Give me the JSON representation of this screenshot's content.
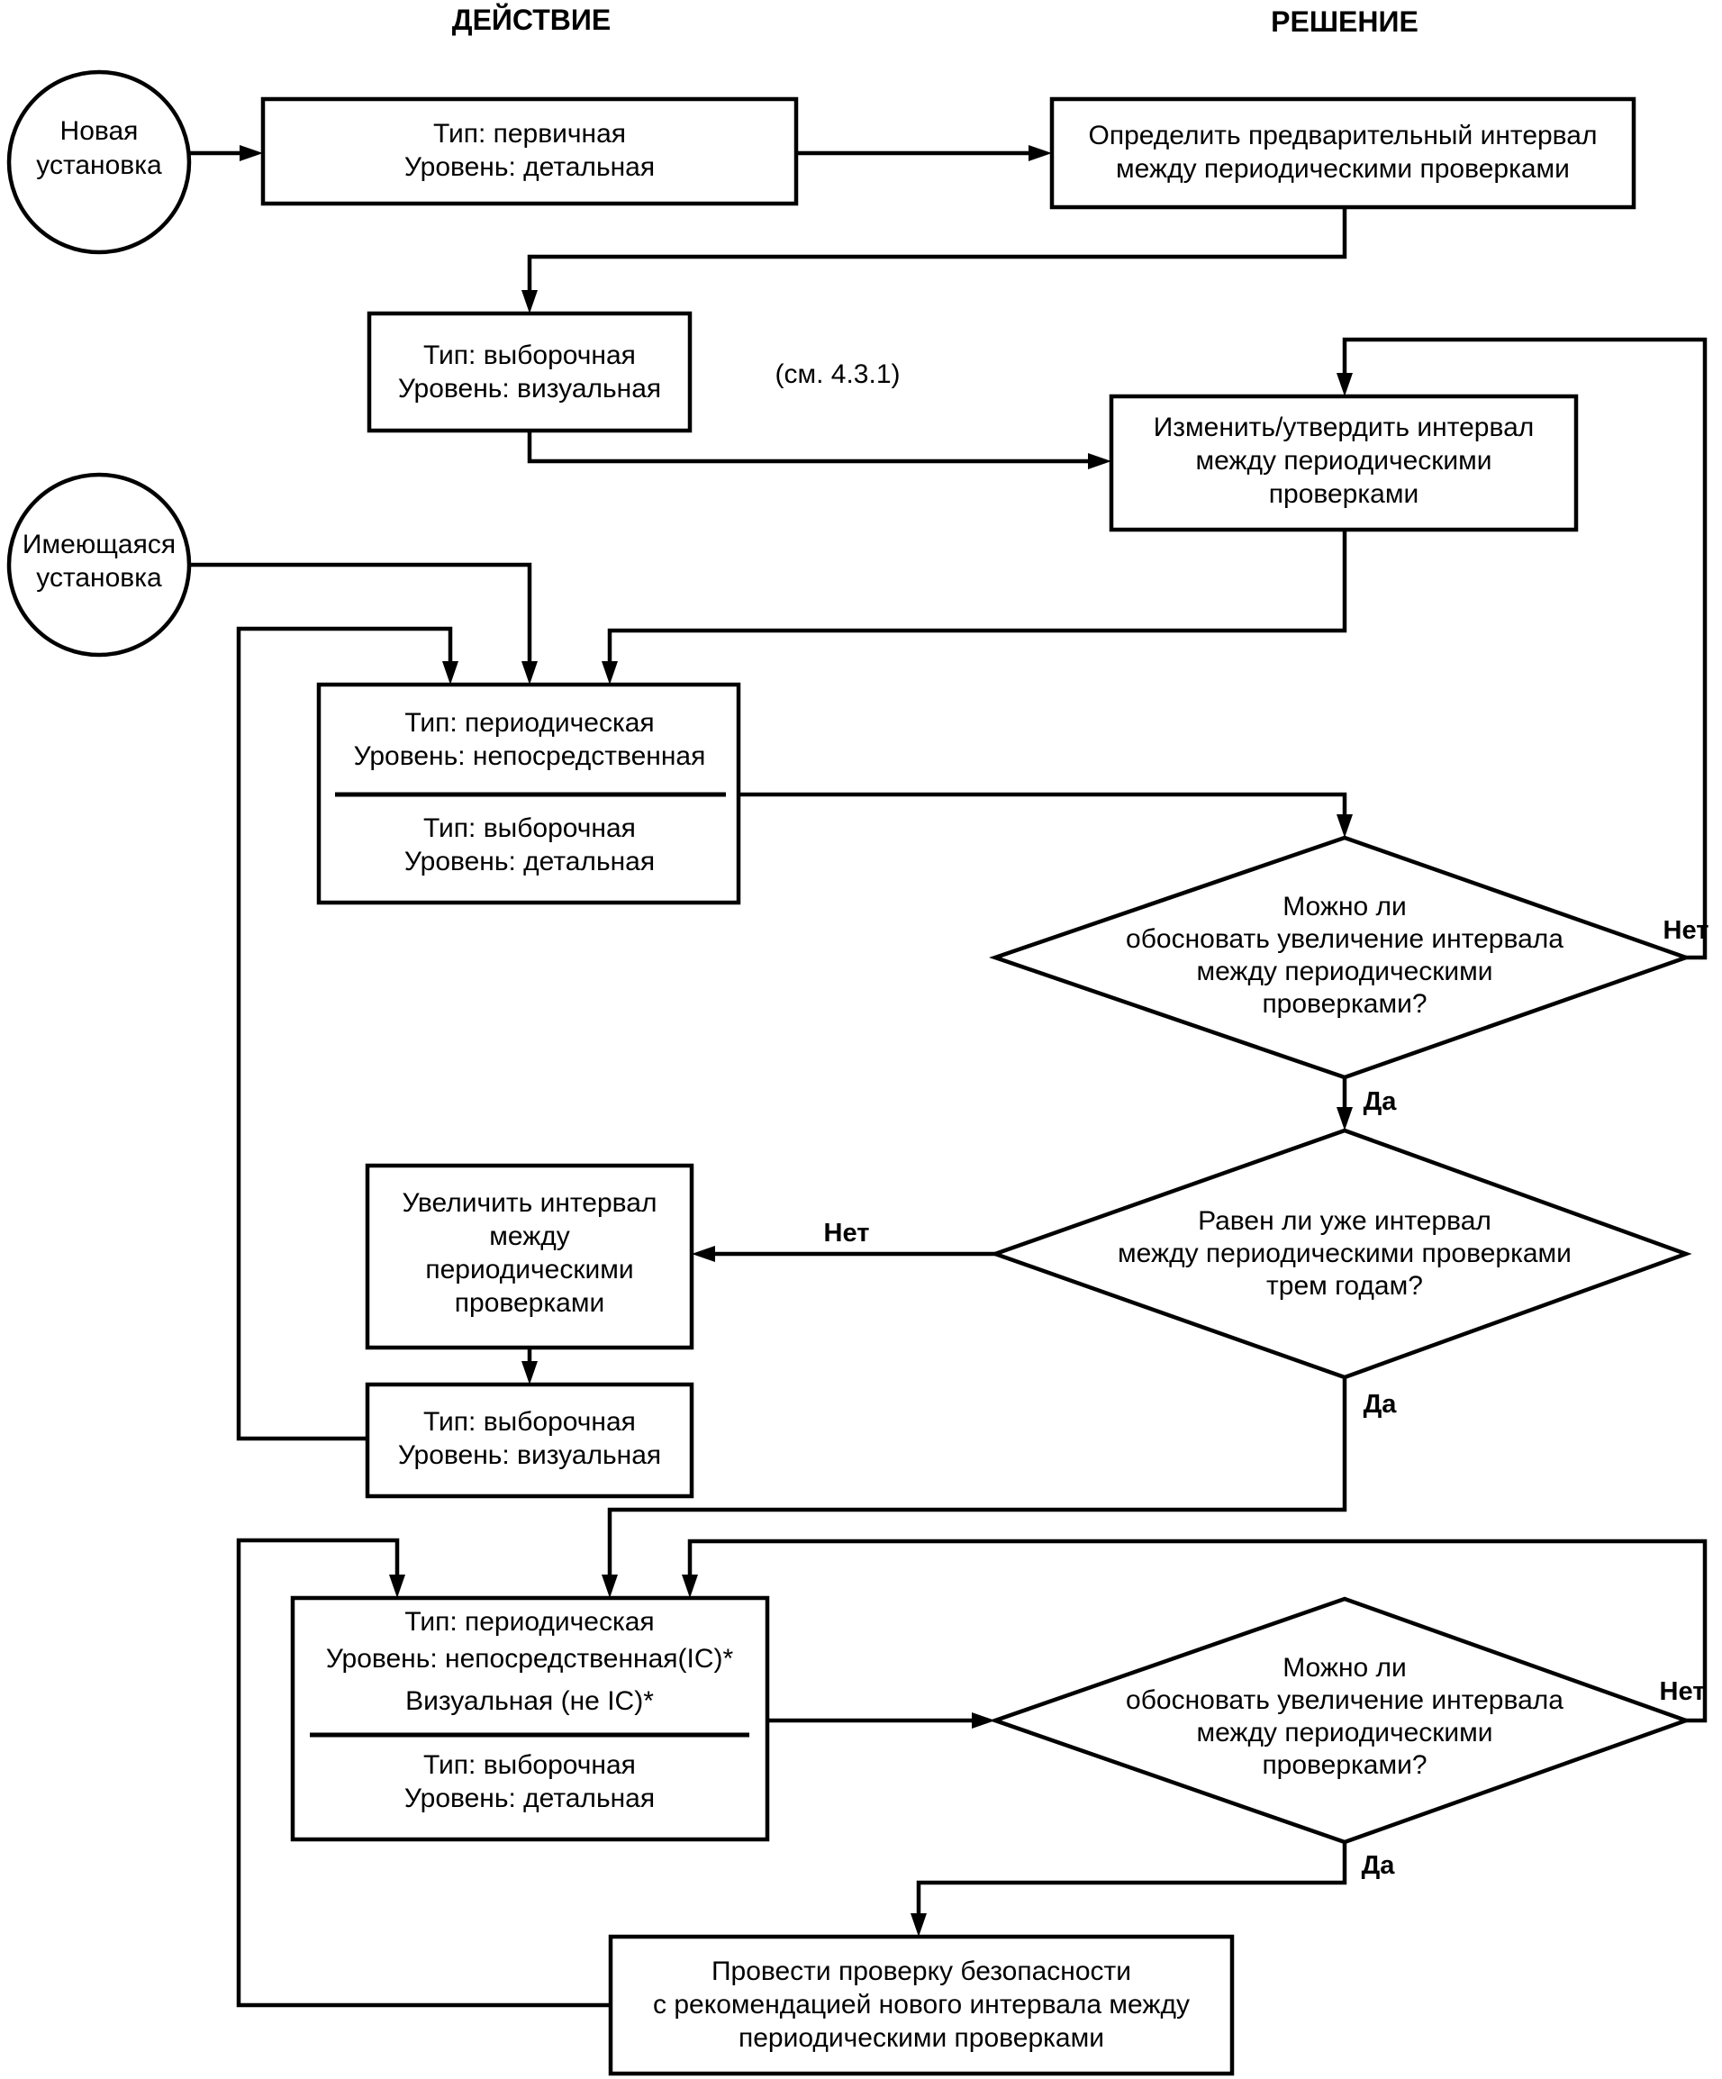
{
  "headers": {
    "action": "ДЕЙСТВИЕ",
    "decision": "РЕШЕНИЕ"
  },
  "starts": {
    "new": [
      "Новая",
      "установка"
    ],
    "existing": [
      "Имеющаяся",
      "установка"
    ]
  },
  "boxes": {
    "b1": [
      "Тип: первичная",
      "Уровень: детальная"
    ],
    "b2": [
      "Определить предварительный интервал",
      "между периодическими проверками"
    ],
    "b3": [
      "Тип: выборочная",
      "Уровень: визуальная"
    ],
    "b4": [
      "Изменить/утвердить интервал",
      "между периодическими",
      "проверками"
    ],
    "b5_top": [
      "Тип: периодическая",
      "Уровень: непосредственная"
    ],
    "b5_bottom": [
      "Тип: выборочная",
      "Уровень: детальная"
    ],
    "b6": [
      "Увеличить интервал",
      "между",
      "периодическими",
      "проверками"
    ],
    "b7": [
      "Тип: выборочная",
      "Уровень: визуальная"
    ],
    "b8_top": [
      "Тип: периодическая",
      "Уровень: непосредственная(IC)*",
      "Визуальная (не IC)*"
    ],
    "b8_bottom": [
      "Тип: выборочная",
      "Уровень: детальная"
    ],
    "b9": [
      "Провести проверку безопасности",
      "с рекомендацией нового интервала между",
      "периодическими проверками"
    ]
  },
  "decisions": {
    "d1": [
      "Можно ли",
      "обосновать увеличение интервала",
      "между периодическими",
      "проверками?"
    ],
    "d2": [
      "Равен ли уже интервал",
      "между периодическими проверками",
      "трем годам?"
    ],
    "d3": [
      "Можно ли",
      "обосновать увеличение интервала",
      "между периодическими",
      "проверками?"
    ]
  },
  "labels": {
    "ref": "(см. 4.3.1)",
    "d1_no": "Нет",
    "d1_yes": "Да",
    "d2_no": "Нет",
    "d2_yes": "Да",
    "d3_no": "Нет",
    "d3_yes": "Да"
  }
}
